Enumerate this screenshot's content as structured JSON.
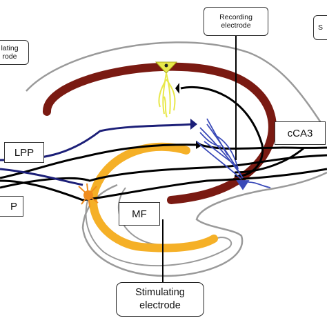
{
  "labels": {
    "recording_electrode": "Recording\nelectrode",
    "stimulating_electrode_bottom": "Stimulating\nelectrode",
    "stimulating_electrode_left": "lating\nrode",
    "top_right_partial": "S",
    "lpp": "LPP",
    "mpp_partial": "P",
    "cca3": "cCA3",
    "mf": "MF"
  },
  "colors": {
    "ca_pyramidal_layer": "#7a1a12",
    "dentate_granule_layer": "#f5b027",
    "lpp_axons": "#1c1f78",
    "black_axons": "#000000",
    "outline": "#9a9a9a",
    "pyramidal_cell_body": "#e8e84a",
    "granule_cell": "#f08c1e",
    "ca3_neuron": "#3a4ab8"
  },
  "icons": {
    "pyramidal_cell": "yellow-pyramidal-neuron-icon",
    "granule_cell": "orange-granule-cell-icon",
    "ca3_cell": "blue-ca3-neuron-icon"
  }
}
